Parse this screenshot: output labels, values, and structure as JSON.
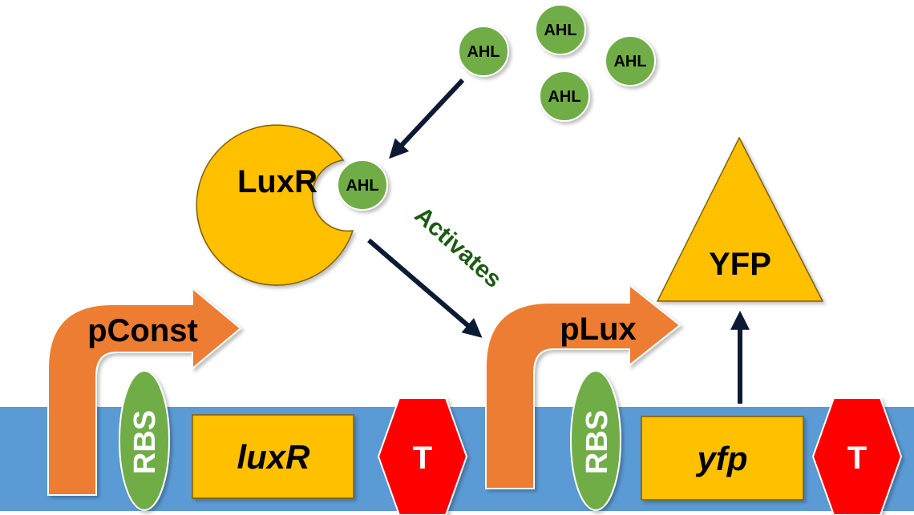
{
  "colors": {
    "dna": "#5b9bd5",
    "promoter": "#ed7d31",
    "rbs": "#70ad47",
    "gene": "#ffc000",
    "terminator": "#ff0000",
    "ahl": "#70ad47",
    "arrow": "#0d1a33",
    "activates": "#1e5a14"
  },
  "ahl_label": "AHL",
  "luxr_protein_label": "LuxR",
  "yfp_protein_label": "YFP",
  "activates_label": "Activates",
  "parts": {
    "pconst_label": "pConst",
    "rbs1_label": "RBS",
    "luxr_gene_label": "luxR",
    "terminator1_label": "T",
    "plux_label": "pLux",
    "rbs2_label": "RBS",
    "yfp_gene_label": "yfp",
    "terminator2_label": "T"
  }
}
